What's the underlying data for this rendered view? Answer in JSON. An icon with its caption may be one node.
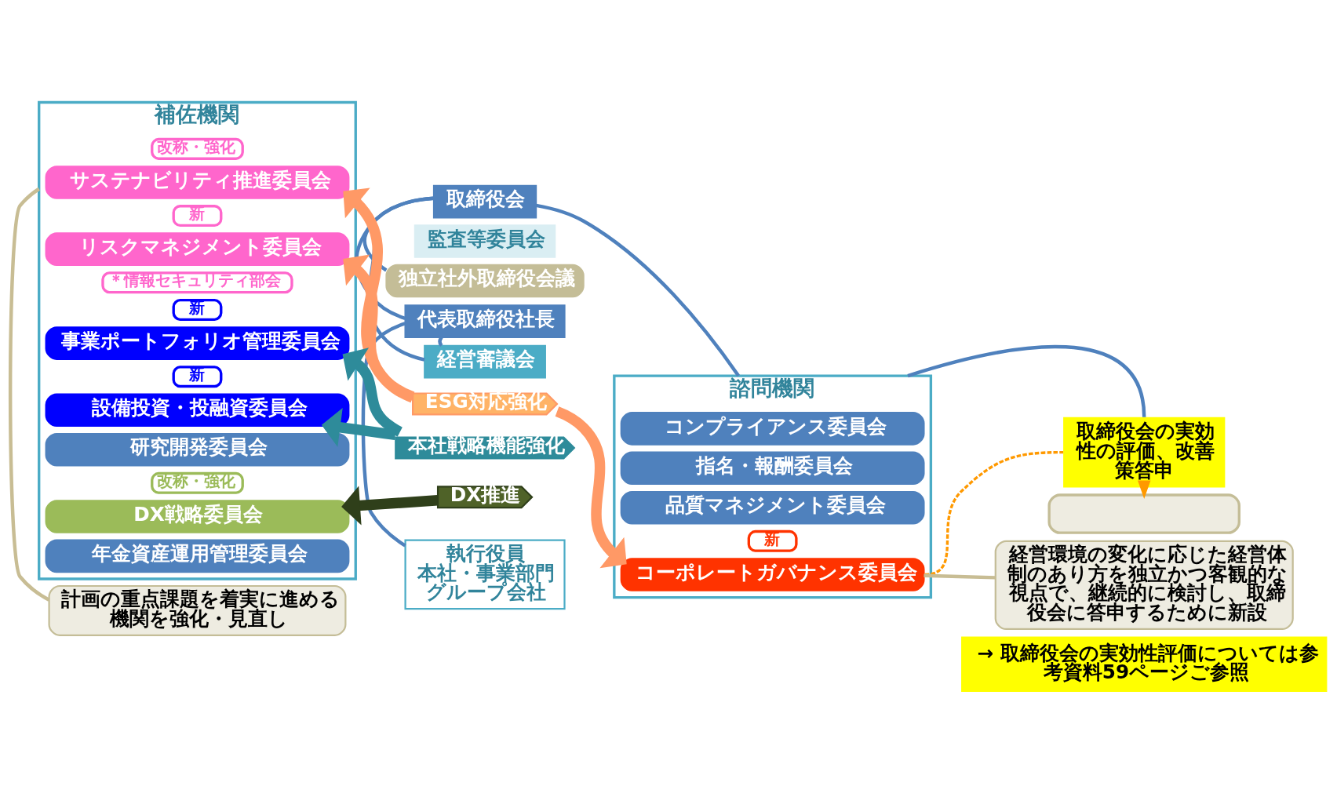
{
  "diagram": {
    "nodes": [
      {
        "text": [
          "取締役会"
        ]
      },
      {
        "text": [
          "監査等委員会"
        ]
      },
      {
        "text": [
          "独立社外取締役会議"
        ]
      },
      {
        "text": [
          "代表取締役社長"
        ]
      },
      {
        "text": [
          "経営審議会"
        ]
      },
      {
        "text": [
          "補佐機関"
        ]
      },
      {
        "text": [
          "サステナビリティ推進委員会"
        ],
        "in": 5,
        "beside": [
          "改称・強化"
        ]
      },
      {
        "text": [
          "リスクマネジメント委員会"
        ],
        "in": 5,
        "beside": [
          "新",
          "＊情報セキュリティ部会"
        ]
      },
      {
        "text": [
          "事業ポートフォリオ管理委員会"
        ],
        "in": 5,
        "beside": [
          "新"
        ]
      },
      {
        "text": [
          "設備投資・投融資委員会"
        ],
        "in": 5,
        "beside": [
          "新"
        ]
      },
      {
        "text": [
          "研究開発委員会"
        ],
        "in": 5
      },
      {
        "text": [
          "DX戦略委員会"
        ],
        "in": 5,
        "beside": [
          "改称・強化"
        ]
      },
      {
        "text": [
          "年金資産運用管理委員会"
        ],
        "in": 5
      },
      {
        "text": [
          "諮問機関"
        ]
      },
      {
        "text": [
          "コンプライアンス委員会"
        ],
        "in": 13
      },
      {
        "text": [
          "指名・報酬委員会"
        ],
        "in": 13
      },
      {
        "text": [
          "品質マネジメント委員会"
        ],
        "in": 13
      },
      {
        "text": [
          "コーポレートガバナンス委員会"
        ],
        "in": 13,
        "beside": [
          "新"
        ]
      },
      {
        "text": [
          "執行役員",
          "本社・事業部門",
          "グループ会社"
        ]
      },
      {
        "text": [
          "取締役会の実効性の評価、改善策答申"
        ]
      },
      {
        "text": [],
        "shape": "box"
      },
      {
        "text": [
          "経営環境の変化に応じた経営体制のあり方を独立かつ客観的な視点で、継続的に検討し、取締役会に答申するために新設"
        ]
      },
      {
        "text": [
          "計画の重点課題を着実に進める機関を強化・見直し"
        ]
      },
      {
        "text": [
          "ESG対応強化"
        ]
      },
      {
        "text": [
          "本社戦略機能強化"
        ]
      },
      {
        "text": [
          "DX推進"
        ]
      }
    ],
    "edges": [
      {
        "from": 0,
        "to": 2,
        "arrow": "none"
      },
      {
        "from": 0,
        "to": 3,
        "arrow": "none"
      },
      {
        "from": 0,
        "to": 13,
        "arrow": "none"
      },
      {
        "from": 3,
        "to": 4,
        "arrow": "none"
      },
      {
        "from": 4,
        "to": 5,
        "arrow": "none"
      },
      {
        "from": 3,
        "to": 18,
        "arrow": "none"
      },
      {
        "from": 13,
        "to": 19,
        "arrow": "none"
      },
      {
        "from": 17,
        "to": 19,
        "arrow": "none",
        "style": "dashed",
        "color": "#ff9900"
      },
      {
        "from": 19,
        "to": 20,
        "arrow": "to",
        "style": "dashed",
        "color": "#ff9900"
      },
      {
        "from": 21,
        "to": 17,
        "arrow": "none",
        "color": "#c8bd94"
      },
      {
        "from": 22,
        "to": 5,
        "arrow": "none",
        "color": "#c8bd94"
      },
      {
        "from": 23,
        "to": 6,
        "arrow": "to",
        "style": "thick",
        "color": "#ff9966"
      },
      {
        "from": 23,
        "to": 7,
        "arrow": "to",
        "style": "thick",
        "color": "#ff9966"
      },
      {
        "from": 23,
        "to": 17,
        "arrow": "to",
        "style": "thick",
        "color": "#ff9966"
      },
      {
        "from": 24,
        "to": 8,
        "arrow": "to",
        "style": "thick",
        "color": "#2e8b9a"
      },
      {
        "from": 24,
        "to": 9,
        "arrow": "to",
        "style": "thick",
        "color": "#2e8b9a"
      },
      {
        "from": 25,
        "to": 11,
        "arrow": "to",
        "style": "thick",
        "color": "#2f3f1a"
      }
    ],
    "labels": [
      "→ 取締役会の実効性評価については参考資料59ページご参照"
    ]
  }
}
